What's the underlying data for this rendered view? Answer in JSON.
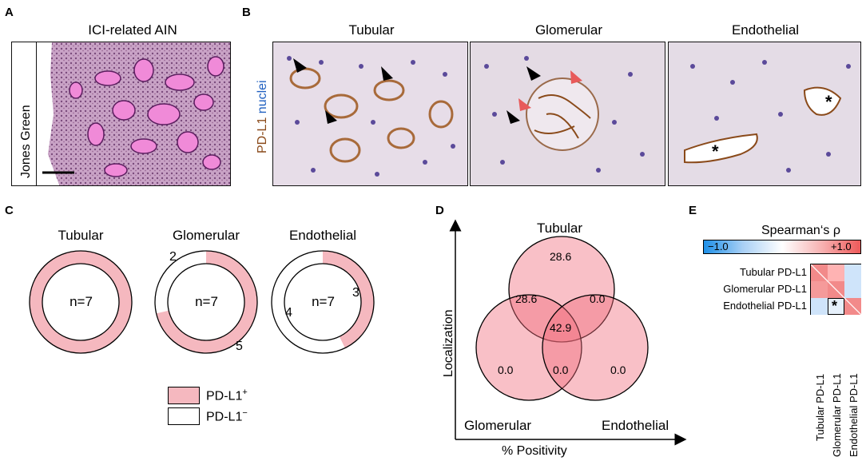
{
  "panels": {
    "a": "A",
    "b": "B",
    "c": "C",
    "d": "D",
    "e": "E"
  },
  "panel_a": {
    "title": "ICI-related AIN",
    "side_label": "Jones Green"
  },
  "panel_b": {
    "titles": [
      "Tubular",
      "Glomerular",
      "Endothelial"
    ],
    "label_part1": "PD-L1",
    "label_part2": "nuclei",
    "asterisk": "*"
  },
  "panel_c": {
    "titles": [
      "Tubular",
      "Glomerular",
      "Endothelial"
    ],
    "center": [
      "n=7",
      "n=7",
      "n=7"
    ],
    "donuts": [
      {
        "pos": 7,
        "neg": 0,
        "pos_label": "",
        "neg_label": ""
      },
      {
        "pos": 5,
        "neg": 2,
        "pos_label": "5",
        "neg_label": "2"
      },
      {
        "pos": 3,
        "neg": 4,
        "pos_label": "3",
        "neg_label": "4"
      }
    ],
    "legend_pos": "PD-L1",
    "legend_pos_sup": "+",
    "legend_neg": "PD-L1",
    "legend_neg_sup": "−",
    "colors": {
      "positive": "#f5b8bf",
      "negative": "#ffffff"
    }
  },
  "panel_d": {
    "set_labels": {
      "top": "Tubular",
      "left": "Glomerular",
      "right": "Endothelial"
    },
    "regions": {
      "tubular_only": "28.6",
      "glomerular_only": "0.0",
      "endothelial_only": "0.0",
      "tub_glom": "28.6",
      "tub_endo": "0.0",
      "glom_endo": "0.0",
      "all": "42.9"
    },
    "y_axis": "Localization",
    "x_axis": "% Positivity"
  },
  "panel_e": {
    "title": "Spearman‘s ρ",
    "scale_min": "−1.0",
    "scale_max": "+1.0",
    "rows": [
      "Tubular PD-L1",
      "Glomerular PD-L1",
      "Endothelial PD-L1"
    ],
    "cols": [
      "Tubular PD-L1",
      "Glomerular PD-L1",
      "Endothelial PD-L1"
    ],
    "marker": "*",
    "matrix_colors": [
      [
        "#f28a8a",
        "#ffb3b3",
        "#cfe4fa"
      ],
      [
        "#f59a9a",
        "#f28a8a",
        "#cfe4fa"
      ],
      [
        "#cfe4fa",
        "#e6f0fb",
        "#f28a8a"
      ]
    ]
  }
}
